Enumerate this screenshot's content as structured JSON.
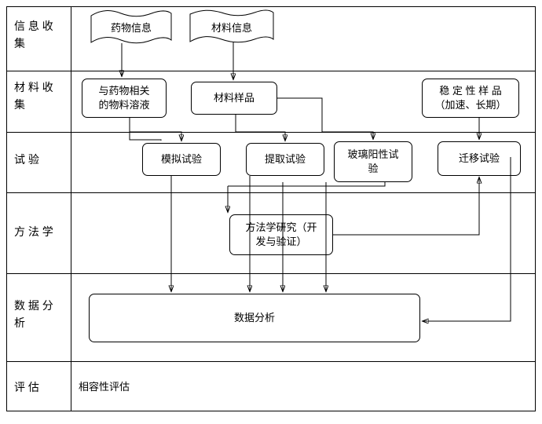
{
  "diagram": {
    "type": "flowchart",
    "title": "",
    "stages": [
      {
        "id": "stage-info",
        "label": "信 息 收\n集"
      },
      {
        "id": "stage-material",
        "label": "材 料 收\n集"
      },
      {
        "id": "stage-test",
        "label": "试 验"
      },
      {
        "id": "stage-method",
        "label": "方 法 学"
      },
      {
        "id": "stage-data",
        "label": "数 据 分\n析"
      },
      {
        "id": "stage-eval",
        "label": "评 估"
      }
    ],
    "nodes": {
      "drug_info": "药物信息",
      "material_info": "材料信息",
      "drug_related_solution": "与药物相关\n的物料溶液",
      "material_sample": "材料样品",
      "stability_sample": "稳 定 性 样 品\n（加速、长期）",
      "simulation_test": "模拟试验",
      "extraction_test": "提取试验",
      "glass_alkali_test": "玻璃阳性试\n验",
      "migration_test": "迁移试验",
      "methodology_study": "方法学研究（开\n发与验证）",
      "data_analysis": "数据分析",
      "compatibility_eval": "相容性评估"
    },
    "colors": {
      "line": "#000000",
      "background": "#ffffff",
      "text": "#000000"
    }
  }
}
